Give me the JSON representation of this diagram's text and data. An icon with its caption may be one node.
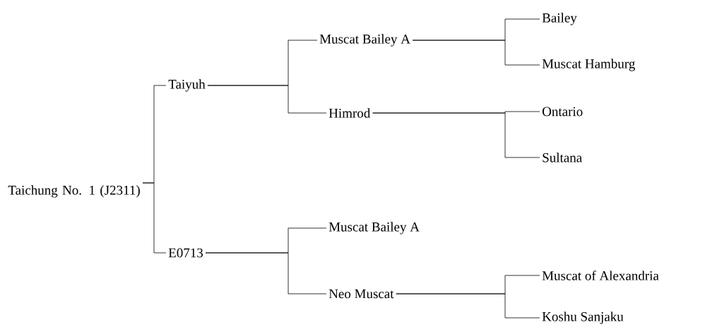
{
  "diagram": {
    "nodes": [
      {
        "text": [
          "Taichung No. 1 (J2311)"
        ]
      },
      {
        "text": [
          "Taiyuh"
        ]
      },
      {
        "text": [
          "Muscat Bailey A"
        ]
      },
      {
        "text": [
          "Bailey"
        ]
      },
      {
        "text": [
          "Muscat Hamburg"
        ]
      },
      {
        "text": [
          "Himrod"
        ]
      },
      {
        "text": [
          "Ontario"
        ]
      },
      {
        "text": [
          "Sultana"
        ]
      },
      {
        "text": [
          "E0713"
        ]
      },
      {
        "text": [
          "Muscat Bailey A"
        ]
      },
      {
        "text": [
          "Neo Muscat"
        ]
      },
      {
        "text": [
          "Muscat of Alexandria"
        ]
      },
      {
        "text": [
          "Koshu Sanjaku"
        ]
      }
    ],
    "edges": [
      {
        "from": 0,
        "to": 1,
        "arrow": "none"
      },
      {
        "from": 0,
        "to": 8,
        "arrow": "none"
      },
      {
        "from": 1,
        "to": 2,
        "arrow": "none"
      },
      {
        "from": 1,
        "to": 5,
        "arrow": "none"
      },
      {
        "from": 2,
        "to": 3,
        "arrow": "none"
      },
      {
        "from": 2,
        "to": 4,
        "arrow": "none"
      },
      {
        "from": 5,
        "to": 6,
        "arrow": "none"
      },
      {
        "from": 5,
        "to": 7,
        "arrow": "none"
      },
      {
        "from": 8,
        "to": 9,
        "arrow": "none"
      },
      {
        "from": 8,
        "to": 10,
        "arrow": "none"
      },
      {
        "from": 10,
        "to": 11,
        "arrow": "none"
      },
      {
        "from": 10,
        "to": 12,
        "arrow": "none"
      }
    ]
  }
}
